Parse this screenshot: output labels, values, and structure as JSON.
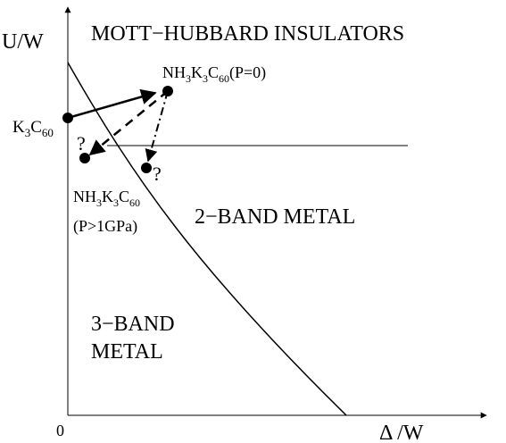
{
  "axes": {
    "y_label": "U/W",
    "x_label": "Δ /W",
    "origin_label": "0"
  },
  "regions": {
    "mott": "MOTT−HUBBARD INSULATORS",
    "two_band": "2−BAND METAL",
    "three_band_line1": "3−BAND",
    "three_band_line2": "METAL"
  },
  "compounds": {
    "k3c60": {
      "base": "K",
      "sub1": "3",
      "mid": "C",
      "sub2": "60"
    },
    "nh3_p0": {
      "a": "NH",
      "s1": "3",
      "b": "K",
      "s2": "3",
      "c": "C",
      "s3": "60",
      "d": "(P=0)"
    },
    "nh3_pressure": {
      "a": "NH",
      "s1": "3",
      "b": "K",
      "s2": "3",
      "c": "C",
      "s3": "60",
      "cond": "(P>1GPa)"
    }
  },
  "unknown_marks": {
    "left": "?",
    "right": "?"
  },
  "colors": {
    "ink": "#000000",
    "background": "#ffffff"
  }
}
